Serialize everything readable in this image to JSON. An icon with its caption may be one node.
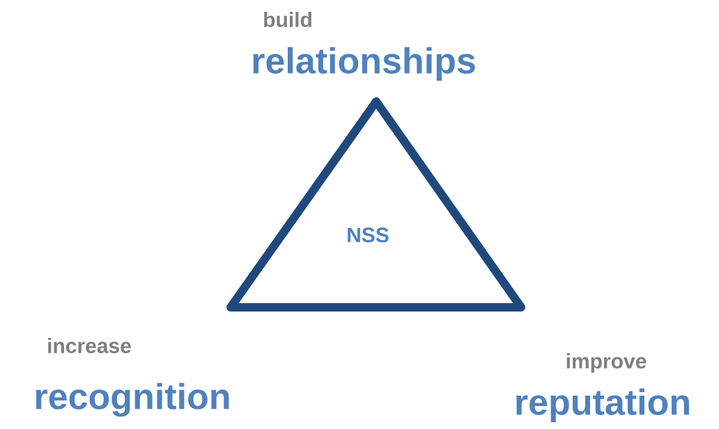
{
  "diagram": {
    "nodes": [
      {
        "text": [
          "NSS"
        ]
      }
    ],
    "labels": [
      "build",
      "relationships",
      "increase",
      "recognition",
      "improve",
      "reputation"
    ]
  }
}
